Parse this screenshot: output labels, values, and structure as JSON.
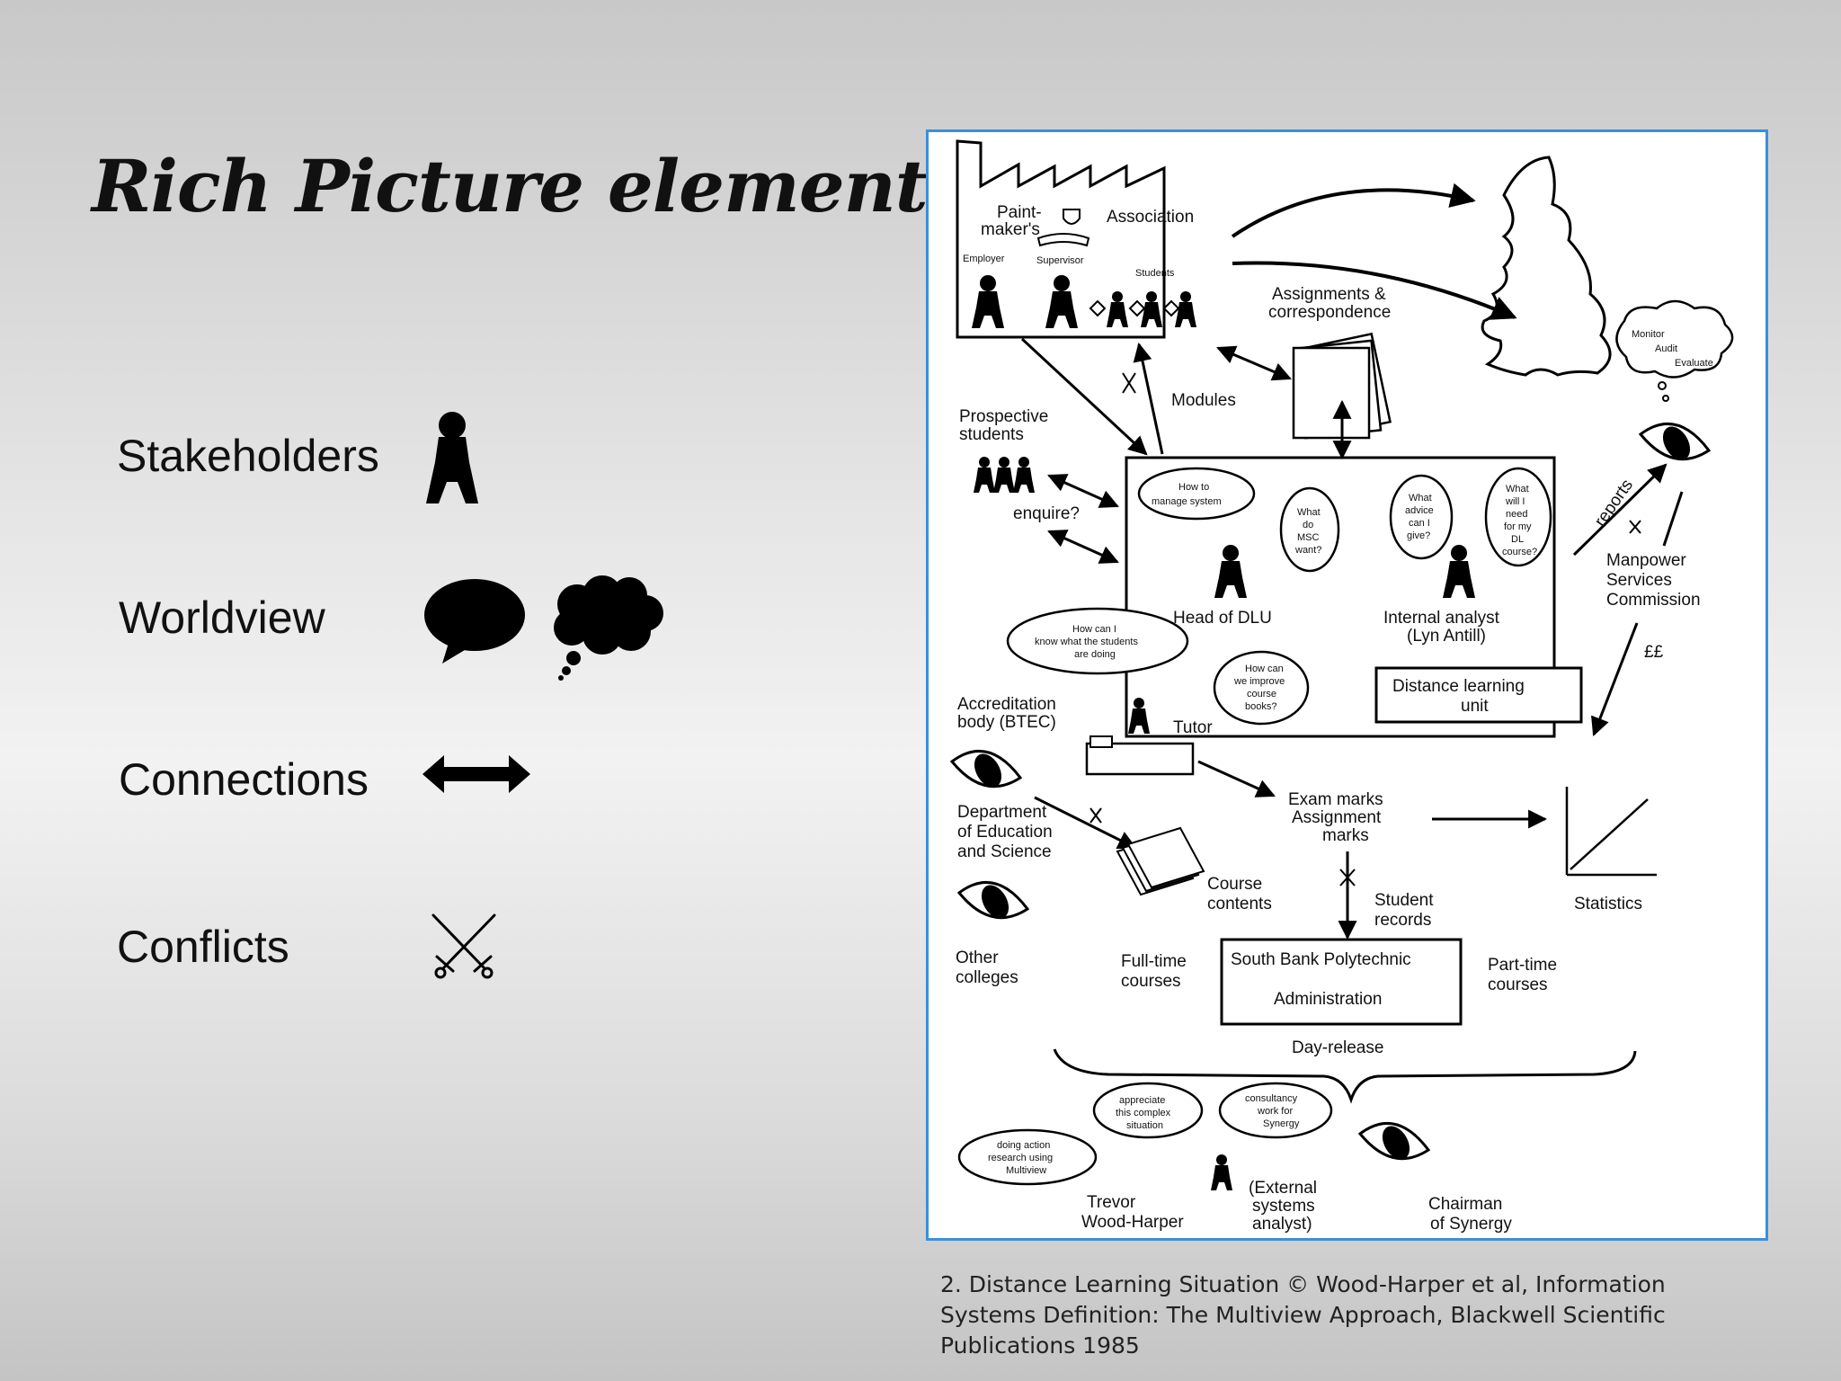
{
  "slide": {
    "title": "Rich Picture elements",
    "caption": "2. Distance Learning Situation © Wood-Harper et al, Information Systems Definition: The Multiview Approach, Blackwell Scientific Publications 1985"
  },
  "legend": [
    {
      "label": "Stakeholders",
      "icon": "person-icon"
    },
    {
      "label": "Worldview",
      "icon": "speech-bubble-icon"
    },
    {
      "label": "Connections",
      "icon": "double-arrow-icon"
    },
    {
      "label": "Conflicts",
      "icon": "crossed-swords-icon"
    }
  ],
  "diagram": {
    "paintmakers": "Paint-",
    "paintmakers2": "maker's",
    "association": "Association",
    "employer": "Employer",
    "supervisor": "Supervisor",
    "students_top": "Students",
    "assignments1": "Assignments &",
    "assignments2": "correspondence",
    "monitor1": "Monitor",
    "monitor2": "Audit",
    "monitor3": "Evaluate",
    "prospective1": "Prospective",
    "prospective2": "students",
    "modules": "Modules",
    "enquire": "enquire?",
    "thought_manage1": "How to",
    "thought_manage2": "manage system",
    "thought_msc1": "What",
    "thought_msc2": "do",
    "thought_msc3": "MSC",
    "thought_msc4": "want?",
    "thought_advice1": "What",
    "thought_advice2": "advice",
    "thought_advice3": "can I",
    "thought_advice4": "give?",
    "thought_need1": "What",
    "thought_need2": "will I",
    "thought_need3": "need",
    "thought_need4": "for my",
    "thought_need5": "DL",
    "thought_need6": "course?",
    "reports": "reports",
    "manpower1": "Manpower",
    "manpower2": "Services",
    "manpower3": "Commission",
    "head_dlu": "Head of DLU",
    "analyst1": "Internal analyst",
    "analyst2": "(Lyn Antill)",
    "thought_know1": "How can I",
    "thought_know2": "know what the students",
    "thought_know3": "are doing",
    "thought_improve1": "How can",
    "thought_improve2": "we improve",
    "thought_improve3": "course",
    "thought_improve4": "books?",
    "pounds": "££",
    "dlu1": "Distance learning",
    "dlu2": "unit",
    "accreditation1": "Accreditation",
    "accreditation2": "body (BTEC)",
    "tutor": "Tutor",
    "exam1": "Exam marks",
    "exam2": "Assignment",
    "exam3": "marks",
    "dept1": "Department",
    "dept2": "of Education",
    "dept3": "and Science",
    "course1": "Course",
    "course2": "contents",
    "records1": "Student",
    "records2": "records",
    "statistics": "Statistics",
    "other1": "Other",
    "other2": "colleges",
    "fulltime1": "Full-time",
    "fulltime2": "courses",
    "sbp1": "South Bank Polytechnic",
    "sbp2": "Administration",
    "parttime1": "Part-time",
    "parttime2": "courses",
    "dayrelease": "Day-release",
    "thought_appreciate1": "appreciate",
    "thought_appreciate2": "this complex",
    "thought_appreciate3": "situation",
    "thought_consult1": "consultancy",
    "thought_consult2": "work for",
    "thought_consult3": "Synergy",
    "thought_action1": "doing action",
    "thought_action2": "research using",
    "thought_action3": "Multiview",
    "trevor1": "Trevor",
    "trevor2": "Wood-Harper",
    "external1": "(External",
    "external2": "systems",
    "external3": "analyst)",
    "chairman1": "Chairman",
    "chairman2": "of Synergy"
  }
}
